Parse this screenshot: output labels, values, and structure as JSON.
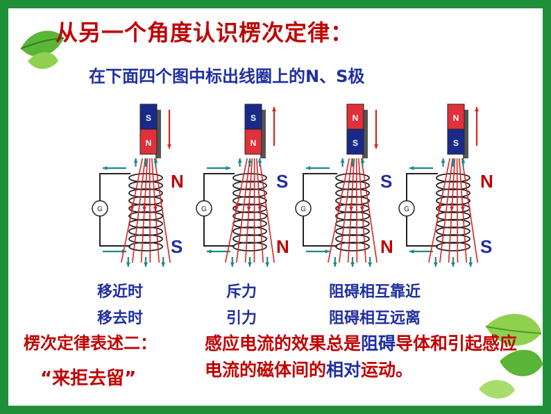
{
  "title": "从另一个角度认识楞次定律：",
  "subtitle": "在下面四个图中标出线圈上的N、S极",
  "figures": [
    {
      "magnet_top": "S",
      "magnet_bottom": "N",
      "coil_top": "N",
      "coil_bottom": "S",
      "galvanometer": "G"
    },
    {
      "magnet_top": "S",
      "magnet_bottom": "N",
      "coil_top": "S",
      "coil_bottom": "N",
      "galvanometer": "G"
    },
    {
      "magnet_top": "N",
      "magnet_bottom": "S",
      "coil_top": "S",
      "coil_bottom": "N",
      "galvanometer": "G"
    },
    {
      "magnet_top": "N",
      "magnet_bottom": "S",
      "coil_top": "N",
      "coil_bottom": "S",
      "galvanometer": "G"
    }
  ],
  "labels": {
    "col1_row1": "移近时",
    "col1_row2": "移去时",
    "col2_row1": "斥力",
    "col2_row2": "引力",
    "col3_row1": "阻碍相互靠近",
    "col3_row2": "阻碍相互远离"
  },
  "law": {
    "title": "楞次定律表述二：",
    "quote": "“来拒去留”",
    "text_part1": "感应电流的效果总是",
    "text_part2": "阻碍",
    "text_part3": "导体和引起感应电流的磁体间的",
    "text_part4": "相对",
    "text_part5": "运动",
    "text_part6": "。"
  },
  "colors": {
    "border": "#1f8f3a",
    "red_text": "#c00000",
    "blue_text": "#1f2fa0",
    "magnet_red": "#e0303a",
    "magnet_blue": "#1a2a8a",
    "field_red": "#e02020",
    "current_teal": "#1a8a8a"
  }
}
